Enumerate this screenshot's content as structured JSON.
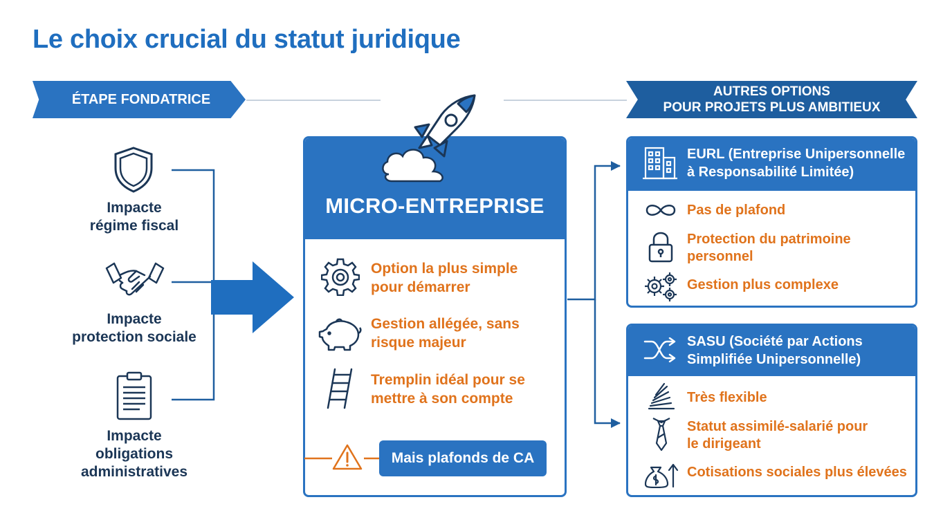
{
  "title": "Le choix crucial du statut juridique",
  "ribbons": {
    "left": "ÉTAPE FONDATRICE",
    "right_line1": "AUTRES OPTIONS",
    "right_line2": "POUR PROJETS PLUS AMBITIEUX"
  },
  "impacts": [
    {
      "icon": "shield-icon",
      "line1": "Impacte",
      "line2": "régime fiscal"
    },
    {
      "icon": "handshake-icon",
      "line1": "Impacte",
      "line2": "protection sociale"
    },
    {
      "icon": "clipboard-icon",
      "line1": "Impacte",
      "line2": "obligations",
      "line3": "administratives"
    }
  ],
  "micro": {
    "title": "MICRO-ENTREPRISE",
    "items": [
      {
        "icon": "gear-icon",
        "line1": "Option la plus simple",
        "line2": "pour démarrer"
      },
      {
        "icon": "piggy-bank-icon",
        "line1": "Gestion allégée, sans",
        "line2": "risque majeur"
      },
      {
        "icon": "ladder-icon",
        "line1": "Tremplin idéal pour se",
        "line2": "mettre à son compte"
      }
    ],
    "warning": "Mais plafonds de CA"
  },
  "eurl": {
    "title_line1": "EURL (Entreprise Unipersonnelle",
    "title_line2": "à Responsabilité Limitée)",
    "items": [
      {
        "icon": "infinity-icon",
        "line1": "Pas de plafond"
      },
      {
        "icon": "padlock-icon",
        "line1": "Protection du patrimoine",
        "line2": "personnel"
      },
      {
        "icon": "gears-icon",
        "line1": "Gestion plus complexe"
      }
    ]
  },
  "sasu": {
    "title_line1": "SASU (Société par Actions",
    "title_line2": "Simplifiée Unipersonnelle)",
    "items": [
      {
        "icon": "spring-icon",
        "line1": "Très flexible"
      },
      {
        "icon": "tie-icon",
        "line1": "Statut assimilé-salarié pour",
        "line2": "le dirigeant"
      },
      {
        "icon": "money-bag-icon",
        "line1": "Cotisations sociales plus élevées"
      }
    ]
  },
  "colors": {
    "primary": "#2a73c1",
    "dark_navy": "#1b3656",
    "orange": "#e0731c"
  }
}
